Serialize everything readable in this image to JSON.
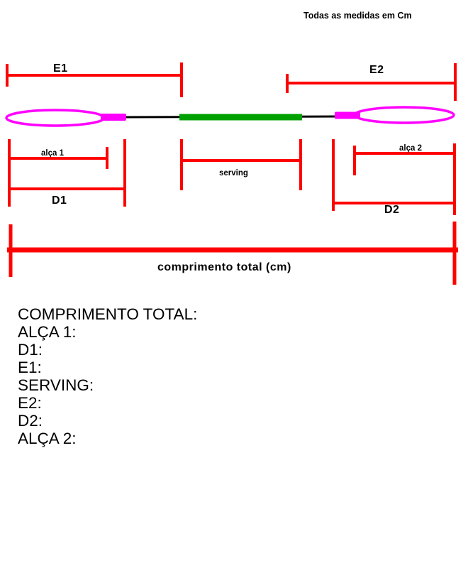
{
  "header": {
    "note": "Todas as medidas em Cm"
  },
  "diagram": {
    "labels": {
      "e1": "E1",
      "e2": "E2",
      "alca1": "alça 1",
      "alca2": "alça 2",
      "d1": "D1",
      "d2": "D2",
      "serving": "serving",
      "total": "comprimento total (cm)"
    },
    "colors": {
      "dimension": "#ff0000",
      "loop": "#ff00ff",
      "serving_wrap": "#00a000",
      "string": "#000000"
    }
  },
  "form": {
    "lines": [
      "COMPRIMENTO TOTAL:",
      "ALÇA 1:",
      "D1:",
      "E1:",
      "SERVING:",
      "E2:",
      "D2:",
      "ALÇA 2:"
    ]
  }
}
